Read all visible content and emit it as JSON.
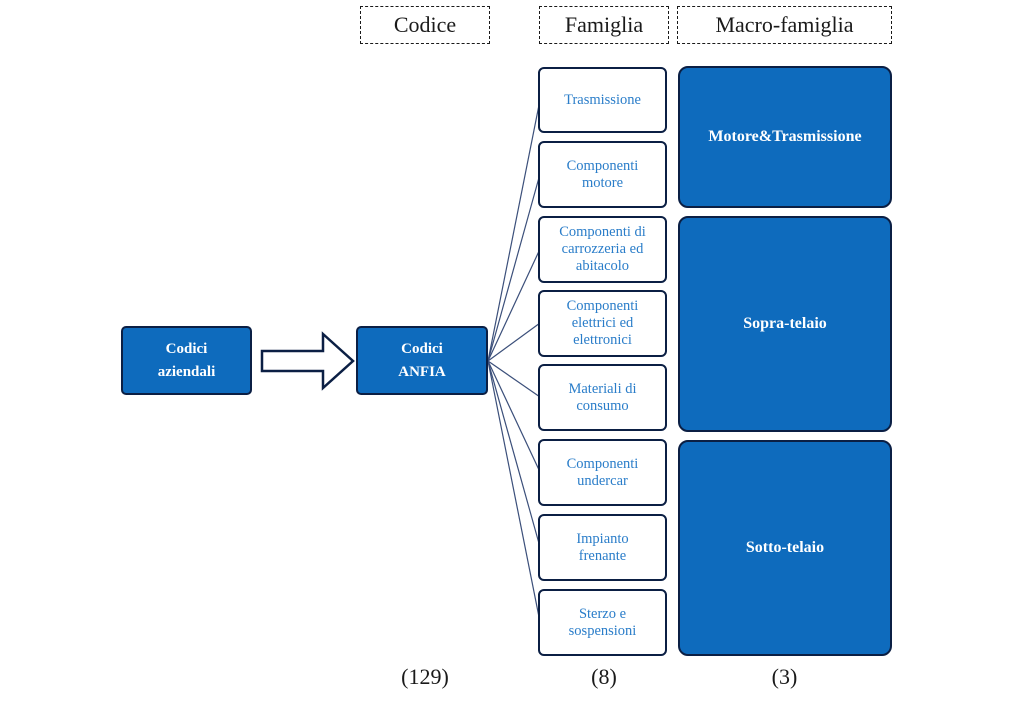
{
  "headers": {
    "codice": "Codice",
    "famiglia": "Famiglia",
    "macro_famiglia": "Macro-famiglia"
  },
  "source_node": {
    "label": "Codici\naziendali"
  },
  "target_node": {
    "label": "Codici\nANFIA"
  },
  "families": [
    {
      "label": "Trasmissione"
    },
    {
      "label": "Componenti\nmotore"
    },
    {
      "label": "Componenti di\ncarrozzeria ed\nabitacolo"
    },
    {
      "label": "Componenti\nelettrici ed\nelettronici"
    },
    {
      "label": "Materiali di\nconsumo"
    },
    {
      "label": "Componenti\nundercar"
    },
    {
      "label": "Impianto\nfrenante"
    },
    {
      "label": "Sterzo e\nsospensioni"
    }
  ],
  "macro_families": [
    {
      "label": "Motore&Trasmissione"
    },
    {
      "label": "Sopra-telaio"
    },
    {
      "label": "Sotto-telaio"
    }
  ],
  "counts": {
    "codice": "(129)",
    "famiglia": "(8)",
    "macro_famiglia": "(3)"
  },
  "colors": {
    "fill_blue": "#0e6bbd",
    "border_navy": "#0b1f44",
    "family_text": "#2a7dc9",
    "connector": "#3b4f7a"
  }
}
